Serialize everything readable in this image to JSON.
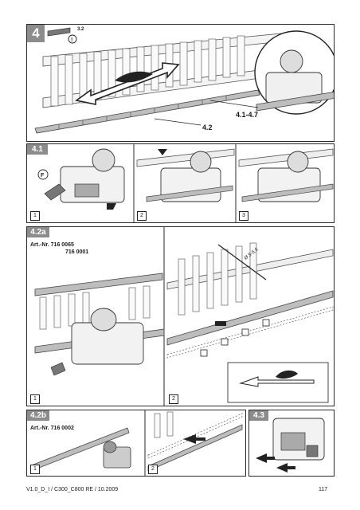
{
  "section4": {
    "tag": "4",
    "ref": "3.2",
    "callout_range": "4.1-4.7",
    "callout_rack": "4.2"
  },
  "sub41": {
    "tag": "4.1",
    "f_label": "F",
    "steps": [
      "1",
      "2",
      "3"
    ]
  },
  "sub42a": {
    "tag": "4.2a",
    "art_line1": "Art.-Nr. 716 0065",
    "art_line2": "716 0001",
    "drill_label": "Ø 5-5,5",
    "steps": [
      "1",
      "2"
    ]
  },
  "sub42b": {
    "tag": "4.2b",
    "art_line1": "Art.-Nr. 716 0002",
    "steps": [
      "1",
      "2"
    ]
  },
  "sub43": {
    "tag": "4.3"
  },
  "footer": {
    "left": "V1.0_D_I / C300_C800  RE / 10.2009",
    "page": "117"
  }
}
